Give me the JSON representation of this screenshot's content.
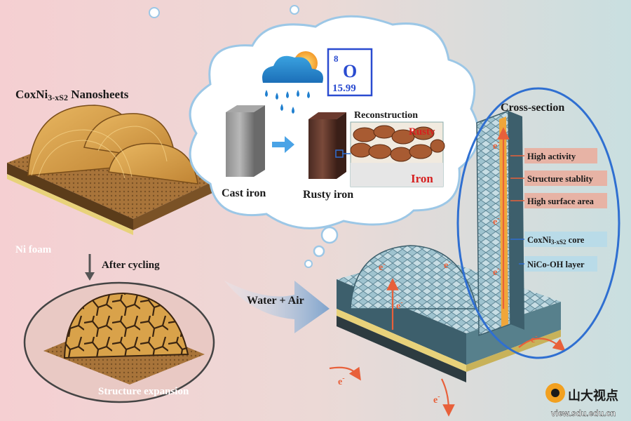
{
  "left_panel": {
    "title_prefix": "CoxNi",
    "title_sub": "3-xS",
    "title_sub2": "2",
    "title_suffix": " Nanosheets",
    "base_label": "Ni foam",
    "transition_label": "After cycling",
    "bottom_label": "Structure expansion"
  },
  "cloud": {
    "element_mass_number": "8",
    "element_symbol": "O",
    "element_atomic_weight": "15.99",
    "cast_iron_label": "Cast iron",
    "rusty_iron_label": "Rusty iron",
    "reconstruction_label": "Reconstruction",
    "rusty_label": "Rusty",
    "iron_label": "Iron"
  },
  "middle": {
    "arrow_label": "Water + Air"
  },
  "right_panel": {
    "cross_section_label": "Cross-section",
    "electron_label": "e",
    "electron_sup": "-",
    "feature_labels": [
      "High activity",
      "Structure stablity",
      "High surface area"
    ],
    "core_prefix": "CoxNi",
    "core_sub": "3-xS",
    "core_sub2": "2",
    "core_suffix": " core",
    "layer_label": "NiCo-OH layer"
  },
  "watermark": {
    "brand_text": "山大视点",
    "url_text": "view.sdu.edu.cn"
  },
  "colors": {
    "bg_left": "#f6d2d4",
    "bg_right": "#cfe0e2",
    "sheet": "#d9a24a",
    "sheet_dark": "#8a5a1c",
    "foam_top": "#c48a3a",
    "foam_side": "#6b4a22",
    "blue_frame": "#2f6fd1",
    "mesh_top": "#8fb7c4",
    "mesh_side": "#3d5f6c",
    "electron": "#e8603a",
    "label_box_red": "#e7b3a5",
    "label_box_blue": "#b9dbe8"
  }
}
